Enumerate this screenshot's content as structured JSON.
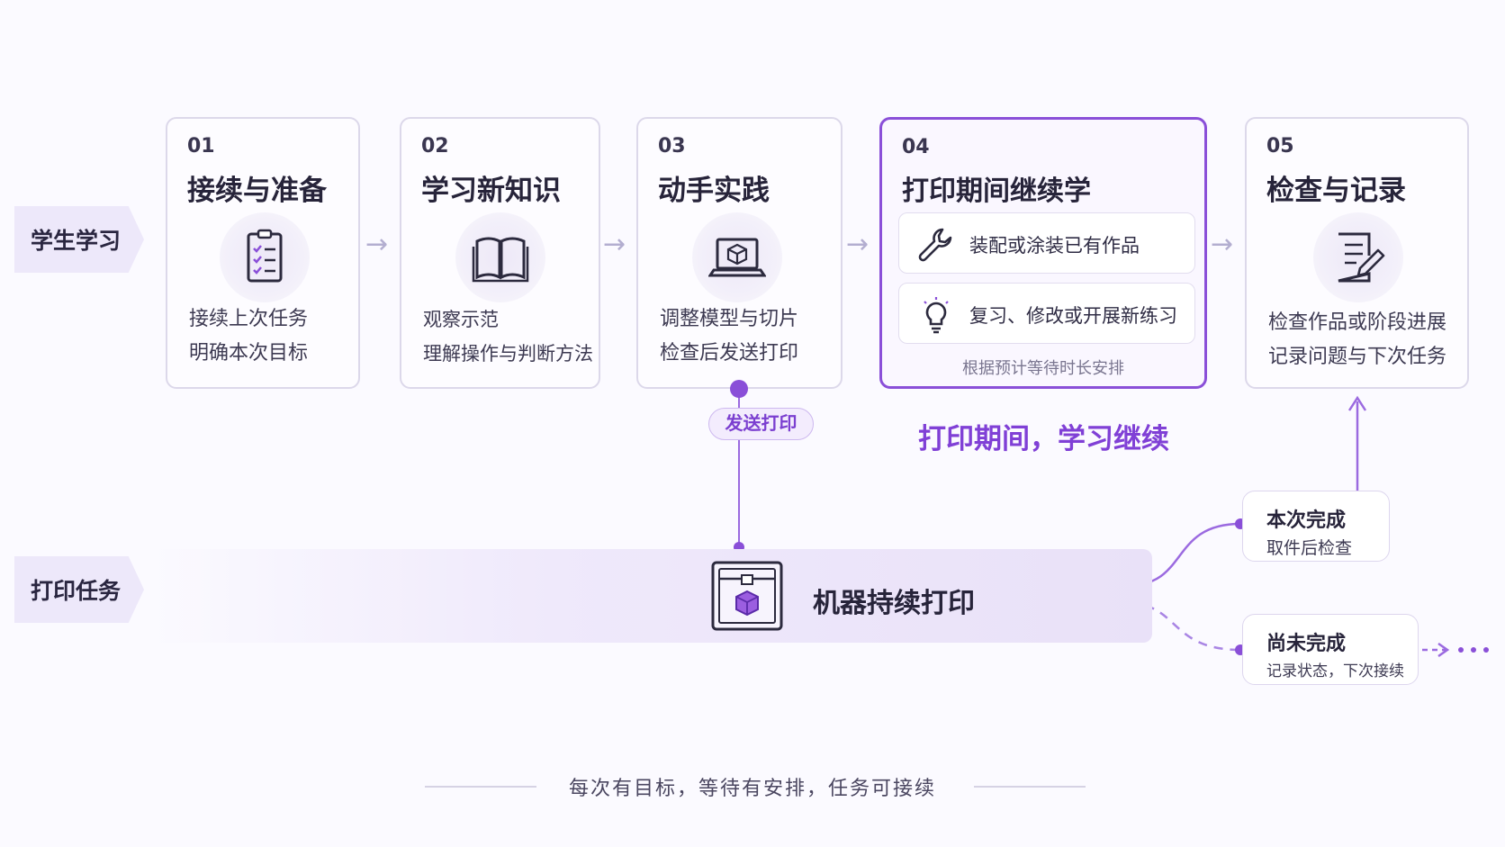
{
  "lanes": {
    "student": "学生学习",
    "print": "打印任务"
  },
  "steps": [
    {
      "num": "01",
      "title": "接续与准备",
      "icon": "checklist-icon",
      "lines": [
        "接续上次任务",
        "明确本次目标"
      ]
    },
    {
      "num": "02",
      "title": "学习新知识",
      "icon": "book-icon",
      "lines": [
        "观察示范",
        "理解操作与判断方法"
      ]
    },
    {
      "num": "03",
      "title": "动手实践",
      "icon": "laptop-cube-icon",
      "lines": [
        "调整模型与切片",
        "检查后发送打印"
      ]
    },
    {
      "num": "04",
      "title": "打印期间继续学",
      "items": [
        {
          "icon": "wrench-icon",
          "label": "装配或涂装已有作品"
        },
        {
          "icon": "lightbulb-icon",
          "label": "复习、修改或开展新练习"
        }
      ],
      "note": "根据预计等待时长安排"
    },
    {
      "num": "05",
      "title": "检查与记录",
      "icon": "document-pen-icon",
      "lines": [
        "检查作品或阶段进展",
        "记录问题与下次任务"
      ]
    }
  ],
  "send_print_label": "发送打印",
  "highlight_text": "打印期间，学习继续",
  "machine_label": "机器持续打印",
  "outcomes": [
    {
      "title": "本次完成",
      "sub": "取件后检查"
    },
    {
      "title": "尚未完成",
      "sub": "记录状态，下次接续"
    }
  ],
  "footer": "每次有目标，等待有安排，任务可接续",
  "colors": {
    "accent": "#8a4fd8",
    "lane": "#ede8fa",
    "border": "#dcd8ea"
  }
}
